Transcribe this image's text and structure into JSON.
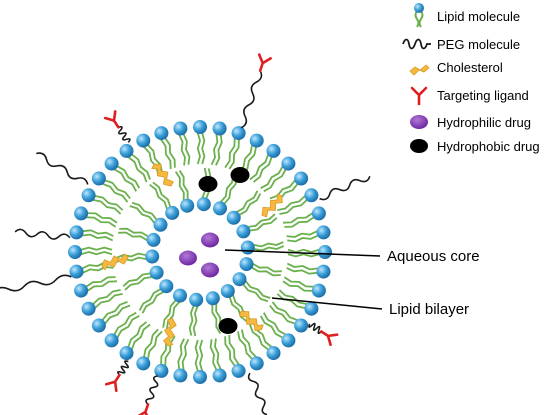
{
  "legend": {
    "items": [
      {
        "label": "Lipid molecule",
        "icon": "lipid-molecule-icon"
      },
      {
        "label": "PEG molecule",
        "icon": "peg-molecule-icon"
      },
      {
        "label": "Cholesterol",
        "icon": "cholesterol-icon"
      },
      {
        "label": "Targeting ligand",
        "icon": "targeting-ligand-icon"
      },
      {
        "label": "Hydrophilic drug",
        "icon": "hydrophilic-drug-icon"
      },
      {
        "label": "Hydrophobic drug",
        "icon": "hydrophobic-drug-icon"
      }
    ]
  },
  "callouts": {
    "aqueous_core": "Aqueous core",
    "lipid_bilayer": "Lipid bilayer"
  },
  "colors": {
    "head": "#3a9fd8",
    "head_dark": "#1f6fa8",
    "tail": "#6ab04c",
    "cholesterol": "#f5b942",
    "ligand": "#e02020",
    "hydrophilic": "#7a2fae",
    "hydrophobic": "#000000",
    "peg": "#1a1a1a"
  }
}
